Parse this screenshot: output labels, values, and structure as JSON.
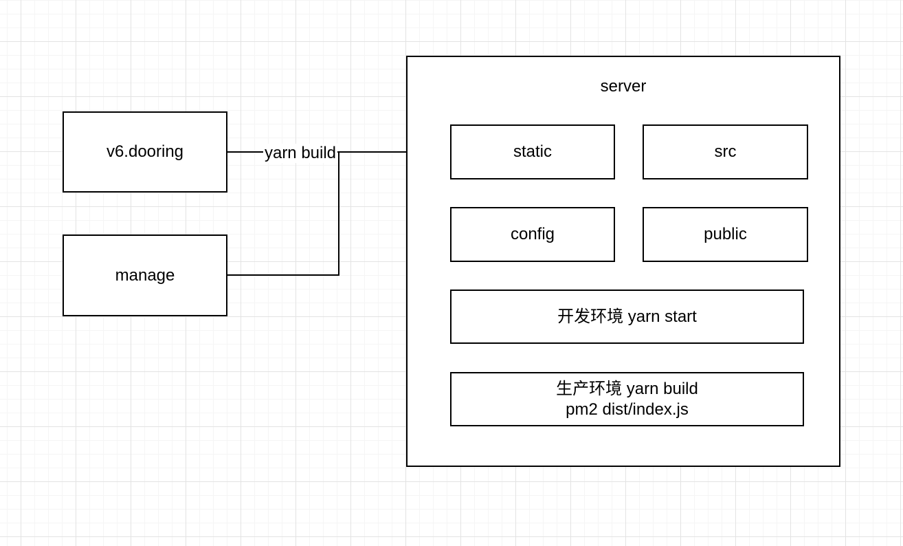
{
  "canvas": {
    "background": "#ffffff",
    "grid_minor_color": "#f5f5f5",
    "grid_major_color": "#e3e3e3"
  },
  "colors": {
    "stroke": "#000000",
    "node_fill": "#ffffff",
    "text": "#000000"
  },
  "nodes": {
    "v6_dooring": {
      "label": "v6.dooring"
    },
    "manage": {
      "label": "manage"
    },
    "server": {
      "label": "server"
    },
    "static": {
      "label": "static"
    },
    "src": {
      "label": "src"
    },
    "config": {
      "label": "config"
    },
    "public": {
      "label": "public"
    },
    "dev_env": {
      "label": "开发环境 yarn start"
    },
    "prod_env": {
      "line1": "生产环境 yarn build",
      "line2": "pm2 dist/index.js"
    }
  },
  "edges": {
    "yarn_build": {
      "label": "yarn build"
    }
  }
}
